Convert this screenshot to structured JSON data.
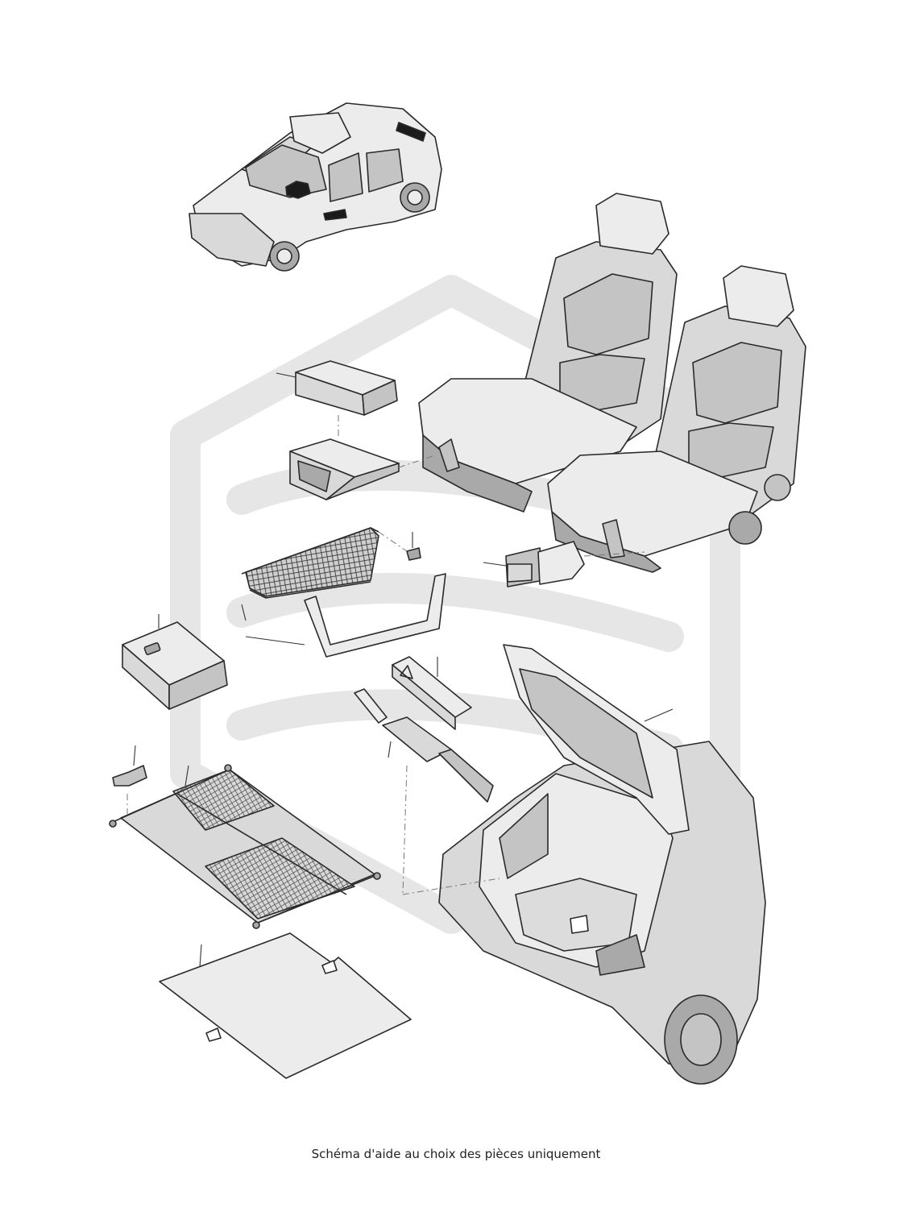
{
  "caption": "Schéma d'aide au choix des pièces uniquement",
  "parts": [
    {
      "name": "overview-car",
      "icon": "hatchback-car-icon"
    },
    {
      "name": "front-seats",
      "icon": "car-seat-icon"
    },
    {
      "name": "storage-box-lid",
      "icon": "box-icon"
    },
    {
      "name": "storage-box-tray",
      "icon": "tray-icon"
    },
    {
      "name": "seat-luggage-net",
      "icon": "net-icon"
    },
    {
      "name": "net-mounting-bolt",
      "icon": "bolt-icon"
    },
    {
      "name": "net-frame-rod",
      "icon": "rod-icon"
    },
    {
      "name": "seat-drawer-unit",
      "icon": "drawer-icon"
    },
    {
      "name": "first-aid-kit",
      "icon": "first-aid-box-icon"
    },
    {
      "name": "warning-triangle-case",
      "icon": "warning-triangle-icon"
    },
    {
      "name": "tow-strap-bag",
      "icon": "strap-icon"
    },
    {
      "name": "retaining-hook",
      "icon": "hook-icon"
    },
    {
      "name": "cargo-separator-net",
      "icon": "cargo-net-icon"
    },
    {
      "name": "boot-floor-mat",
      "icon": "mat-icon"
    },
    {
      "name": "rear-hatch-car",
      "icon": "tailgate-car-icon"
    }
  ]
}
